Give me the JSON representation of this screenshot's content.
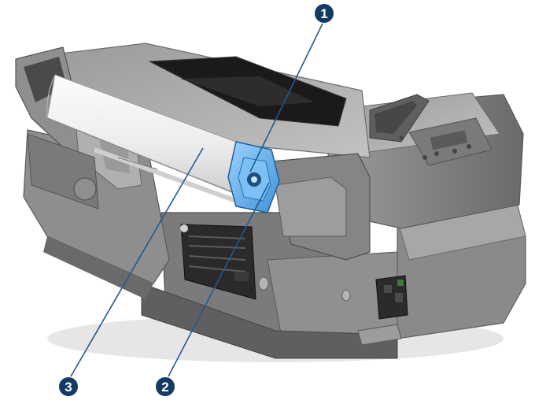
{
  "figure": {
    "subject": "printer-rear-roll-loading",
    "colors": {
      "body_dark": "#6c6c6c",
      "body_mid": "#8e8e8e",
      "body_light": "#b3b3b3",
      "paper": "#f1f1f1",
      "spindle_hub": "#4aa3e6",
      "callout_badge": "#123a63",
      "leader_line": "#1f5b8f"
    },
    "callouts": [
      {
        "number": "1"
      },
      {
        "number": "2"
      },
      {
        "number": "3"
      }
    ]
  }
}
